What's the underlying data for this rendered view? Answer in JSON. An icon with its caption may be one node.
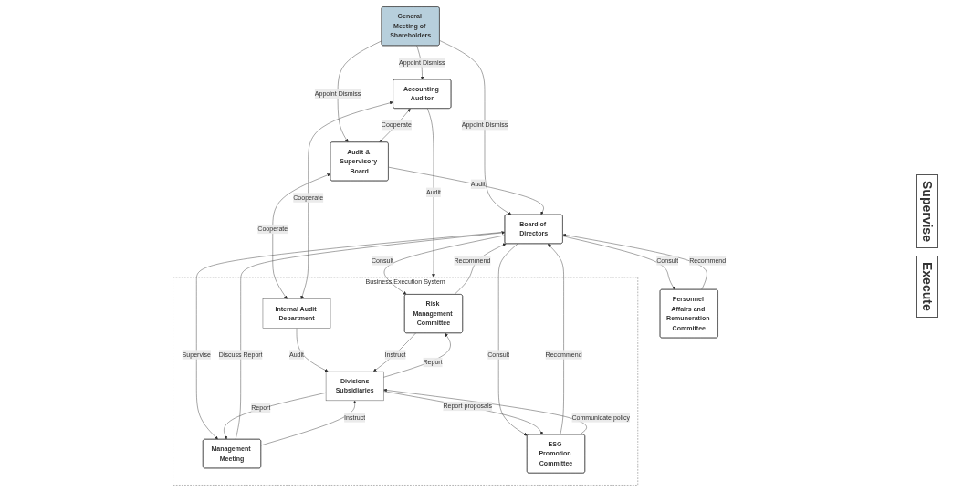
{
  "diagram": {
    "nodes": [
      {
        "text": [
          "General Meeting of Shareholders"
        ]
      },
      {
        "text": [
          "Accounting Auditor"
        ]
      },
      {
        "text": [
          "Audit & Supervisory Board"
        ]
      },
      {
        "text": [
          "Board of Directors"
        ]
      },
      {
        "text": [
          "Personnel Affairs and Remuneration Committee"
        ]
      },
      {
        "text": [
          "Business Execution System"
        ]
      },
      {
        "text": [
          "Risk Management Committee"
        ],
        "in": 5
      },
      {
        "text": [
          "Management Meeting"
        ],
        "in": 5
      },
      {
        "text": [
          "ESG Promotion Committee"
        ],
        "in": 5
      },
      {
        "text": [
          "Internal Audit Department"
        ],
        "in": 5
      },
      {
        "text": [
          "Divisions",
          "Subsidiaries"
        ],
        "in": 5
      }
    ],
    "edges": [
      {
        "from": 0,
        "to": 1,
        "arrow": "to",
        "label": "Appoint Dismiss"
      },
      {
        "from": 0,
        "to": 2,
        "arrow": "to",
        "label": "Appoint Dismiss"
      },
      {
        "from": 0,
        "to": 3,
        "arrow": "to",
        "label": "Appoint Dismiss"
      },
      {
        "from": 1,
        "to": 2,
        "arrow": "both",
        "label": "Cooperate"
      },
      {
        "from": 2,
        "to": 3,
        "arrow": "to",
        "label": "Audit"
      },
      {
        "from": 3,
        "to": 4,
        "arrow": "to",
        "label": "Consult"
      },
      {
        "from": 4,
        "to": 3,
        "arrow": "to",
        "label": "Recommend"
      },
      {
        "from": 1,
        "to": 5,
        "arrow": "to",
        "label": "Audit"
      },
      {
        "from": 2,
        "to": 9,
        "arrow": "both",
        "label": "Cooperate"
      },
      {
        "from": 1,
        "to": 9,
        "arrow": "both",
        "label": "Cooperate"
      },
      {
        "from": 9,
        "to": 10,
        "arrow": "to",
        "label": "Audit"
      },
      {
        "from": 3,
        "to": 6,
        "arrow": "to",
        "label": "Consult"
      },
      {
        "from": 6,
        "to": 3,
        "arrow": "to",
        "label": "Recommend"
      },
      {
        "from": 3,
        "to": 7,
        "arrow": "to",
        "label": "Supervise"
      },
      {
        "from": 7,
        "to": 3,
        "arrow": "to",
        "label": "Discuss Report"
      },
      {
        "from": 3,
        "to": 8,
        "arrow": "to",
        "label": "Consult"
      },
      {
        "from": 8,
        "to": 3,
        "arrow": "to",
        "label": "Recommend"
      },
      {
        "from": 6,
        "to": 10,
        "arrow": "to",
        "label": "Instruct"
      },
      {
        "from": 10,
        "to": 6,
        "arrow": "to",
        "label": "Report"
      },
      {
        "from": 7,
        "to": 10,
        "arrow": "to",
        "label": "Instruct"
      },
      {
        "from": 10,
        "to": 7,
        "arrow": "to",
        "label": "Report"
      },
      {
        "from": 8,
        "to": 10,
        "arrow": "to",
        "label": "Communicate policy"
      },
      {
        "from": 10,
        "to": 8,
        "arrow": "to",
        "label": "Report proposals"
      }
    ],
    "labels": [
      "Supervise",
      "Execute"
    ]
  }
}
